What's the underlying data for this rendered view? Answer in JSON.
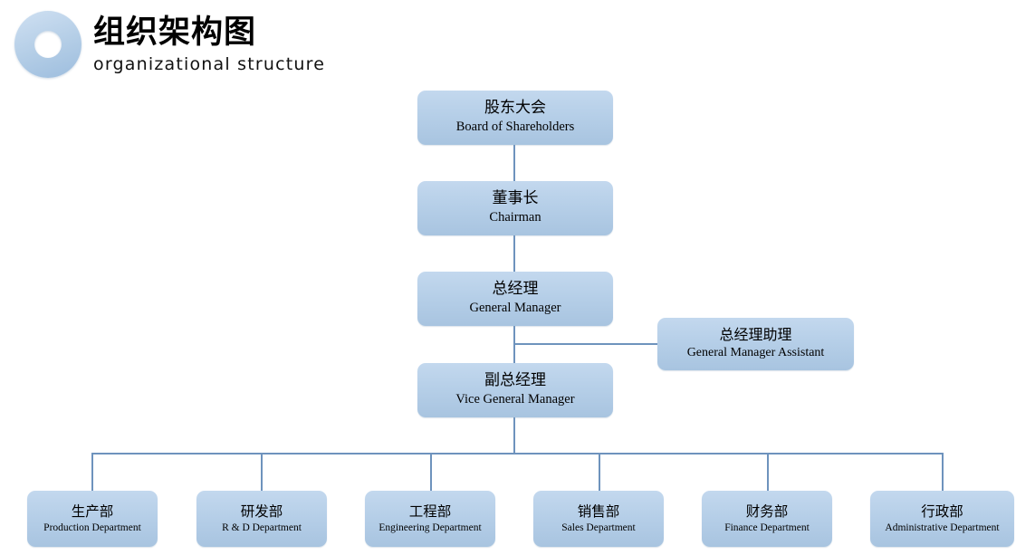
{
  "header": {
    "logo_icon": "ring-logo-icon",
    "title_zh": "组织架构图",
    "title_en": "organizational structure"
  },
  "theme": {
    "node_fill_top": "#c3d8ee",
    "node_fill_bottom": "#a8c4e0",
    "connector_color": "#6e93bd",
    "text_color": "#000000",
    "background": "#ffffff"
  },
  "chart_data": {
    "type": "diagram",
    "title": "组织架构图 / organizational structure",
    "orientation": "top-down",
    "nodes": [
      {
        "id": "board",
        "zh": "股东大会",
        "en": "Board of Shareholders",
        "level": 0
      },
      {
        "id": "chairman",
        "zh": "董事长",
        "en": "Chairman",
        "level": 1
      },
      {
        "id": "gm",
        "zh": "总经理",
        "en": "General Manager",
        "level": 2
      },
      {
        "id": "gm_assist",
        "zh": "总经理助理",
        "en": "General Manager Assistant",
        "level": 2.5
      },
      {
        "id": "vgm",
        "zh": "副总经理",
        "en": "Vice General Manager",
        "level": 3
      },
      {
        "id": "dept_prod",
        "zh": "生产部",
        "en": "Production Department",
        "level": 4
      },
      {
        "id": "dept_rd",
        "zh": "研发部",
        "en": "R & D Department",
        "level": 4
      },
      {
        "id": "dept_eng",
        "zh": "工程部",
        "en": "Engineering Department",
        "level": 4
      },
      {
        "id": "dept_sale",
        "zh": "销售部",
        "en": "Sales Department",
        "level": 4
      },
      {
        "id": "dept_fin",
        "zh": "财务部",
        "en": "Finance Department",
        "level": 4
      },
      {
        "id": "dept_adm",
        "zh": "行政部",
        "en": "Administrative Department",
        "level": 4
      }
    ],
    "edges": [
      {
        "from": "board",
        "to": "chairman",
        "style": "vertical"
      },
      {
        "from": "chairman",
        "to": "gm",
        "style": "vertical"
      },
      {
        "from": "gm",
        "to": "vgm",
        "style": "vertical"
      },
      {
        "from": "gm",
        "to": "gm_assist",
        "style": "side-branch"
      },
      {
        "from": "vgm",
        "to": "dept_prod",
        "style": "bus"
      },
      {
        "from": "vgm",
        "to": "dept_rd",
        "style": "bus"
      },
      {
        "from": "vgm",
        "to": "dept_eng",
        "style": "bus"
      },
      {
        "from": "vgm",
        "to": "dept_sale",
        "style": "bus"
      },
      {
        "from": "vgm",
        "to": "dept_fin",
        "style": "bus"
      },
      {
        "from": "vgm",
        "to": "dept_adm",
        "style": "bus"
      }
    ]
  }
}
